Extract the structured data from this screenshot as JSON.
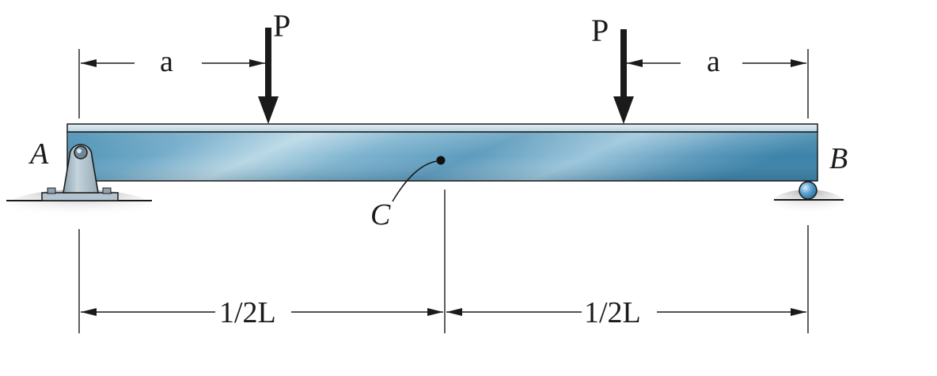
{
  "labels": {
    "load_left": "P",
    "load_right": "P",
    "dim_a_left": "a",
    "dim_a_right": "a",
    "support_a": "A",
    "support_b": "B",
    "point_c": "C",
    "dim_half_left": "1/2L",
    "dim_half_right": "1/2L"
  },
  "colors": {
    "beam_top_flange": "#c9dfe9",
    "beam_web_dark": "#3f88ad",
    "beam_web_light": "#b9d8e6",
    "support_fill": "#a9bcc8",
    "roller_fill": "#5aa0cf",
    "ink": "#1a1a1a"
  },
  "icons": {
    "support_a": "pin-support-icon",
    "support_b": "roller-support-icon",
    "load": "down-arrow-icon"
  }
}
